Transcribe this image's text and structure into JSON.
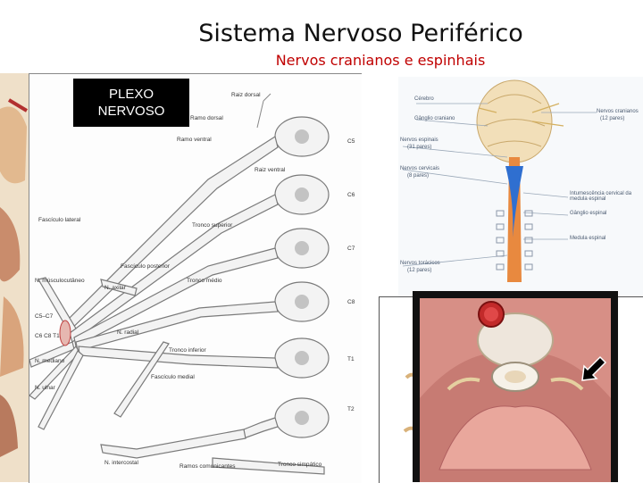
{
  "title": "Sistema Nervoso Periférico",
  "subtitle": "Nervos cranianos e espinhais",
  "plexo_box": {
    "line1": "PLEXO",
    "line2": "NERVOSO"
  },
  "plexus_labels": {
    "raiz_dorsal": "Raiz dorsal",
    "ramo_dorsal": "Ramo dorsal",
    "ramo_ventral": "Ramo ventral",
    "raiz_ventral": "Raiz ventral",
    "c5": "C5",
    "c6": "C6",
    "c7": "C7",
    "c8": "C8",
    "t1": "T1",
    "t2": "T2",
    "fasciculo_lateral": "Fascículo lateral",
    "tronco_superior": "Tronco superior",
    "fasciculo_posterior": "Fascículo posterior",
    "n_musculocutaneo": "N. músculocutâneo",
    "n_axilar": "N. axilar",
    "tronco_medio": "Tronco médio",
    "c5c7": "C5–C7",
    "c6c8t1": "C6 C8 T1",
    "n_radial": "N. radial",
    "n_mediano": "N. mediano",
    "tronco_inferior": "Tronco inferior",
    "fasciculo_medial": "Fascículo medial",
    "n_ulnar": "N. ulnar",
    "n_intercostal": "N. intercostal",
    "ramos_comunicantes": "Ramos comunicantes",
    "tronco_simpatico": "Tronco simpático"
  },
  "brain_labels": {
    "cerebro": "Cérebro",
    "ganglio_craniano": "Gânglio craniano",
    "nervos_espinais": "Nervos espinais",
    "nervos_espinais_count": "(31 pares)",
    "nervos_cervicais": "Nervos cervicais",
    "nervos_cervicais_count": "(8 pares)",
    "nervos_toracicos": "Nervos torácicos",
    "nervos_toracicos_count": "(12 pares)",
    "nervos_cranianos": "Nervos cranianos",
    "nervos_cranianos_count": "(12 pares)",
    "intumescencia": "Intumescência cervical da medula espinal",
    "ganglio_espinal": "Gânglio espinal",
    "medula_espinal": "Medula espinal"
  },
  "colors": {
    "title": "#111111",
    "subtitle": "#c00000",
    "nerve_fill": "#f4f4f4",
    "nerve_stroke": "#7a7a7a",
    "spine": "#e87a3c",
    "tissue": "#d9938a"
  }
}
